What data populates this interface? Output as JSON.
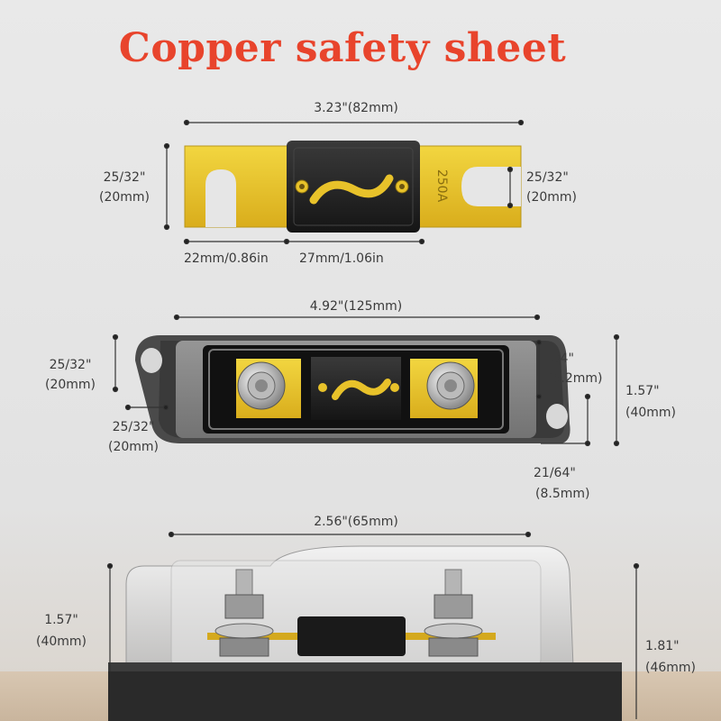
{
  "title": "Copper safety sheet",
  "fuse": {
    "width_label": "3.23\"(82mm)",
    "left_height_label_1": "25/32\"",
    "left_height_label_2": "(20mm)",
    "right_height_label_1": "25/32\"",
    "right_height_label_2": "(20mm)",
    "left_offset_label": "22mm/0.86in",
    "body_width_label": "27mm/1.06in",
    "rating_text": "250A"
  },
  "holder_top": {
    "width_label": "4.92\"(125mm)",
    "left_height_label_1": "25/32\"",
    "left_height_label_2": "(20mm)",
    "bottom_left_label_1": "25/32\"",
    "bottom_left_label_2": "(20mm)",
    "right_small_label_1": "1/4\"",
    "right_small_label_2": "(6.2mm)",
    "right_height_label_1": "1.57\"",
    "right_height_label_2": "(40mm)",
    "bottom_right_label_1": "21/64\"",
    "bottom_right_label_2": "(8.5mm)"
  },
  "holder_side": {
    "width_label": "2.56\"(65mm)",
    "left_height_label_1": "1.57\"",
    "left_height_label_2": "(40mm)",
    "right_height_label_1": "1.81\"",
    "right_height_label_2": "(46mm)"
  },
  "colors": {
    "title": "#e8442c",
    "copper_yellow": "#e8c22a",
    "body_black": "#1c1c1c"
  }
}
